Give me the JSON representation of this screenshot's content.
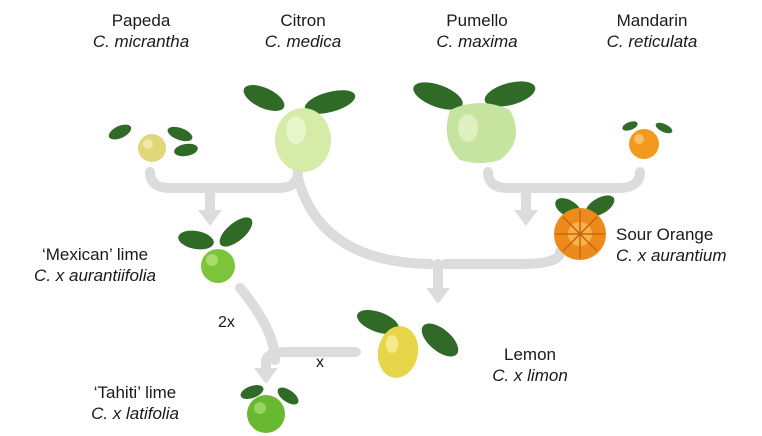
{
  "nodes": {
    "papeda": {
      "common": "Papeda",
      "scientific": "C. micrantha"
    },
    "citron": {
      "common": "Citron",
      "scientific": "C. medica"
    },
    "pumello": {
      "common": "Pumello",
      "scientific": "C. maxima"
    },
    "mandarin": {
      "common": "Mandarin",
      "scientific": "C. reticulata"
    },
    "mexican": {
      "common": "‘Mexican’ lime",
      "scientific": "C. x aurantiifolia"
    },
    "sour": {
      "common": "Sour Orange",
      "scientific": "C. x aurantium"
    },
    "lemon": {
      "common": "Lemon",
      "scientific": "C. x limon"
    },
    "tahiti": {
      "common": "‘Tahiti’ lime",
      "scientific": "C. x latifolia"
    }
  },
  "marks": {
    "ploidy": "2x",
    "cross": "x"
  },
  "colors": {
    "arrow": "#dcdcdc",
    "leaf": "#2f6b26",
    "citrus_yellow": "#e3e07a",
    "pale_green": "#d6eba8",
    "orange": "#f39a1e",
    "lime": "#7cc43a"
  }
}
